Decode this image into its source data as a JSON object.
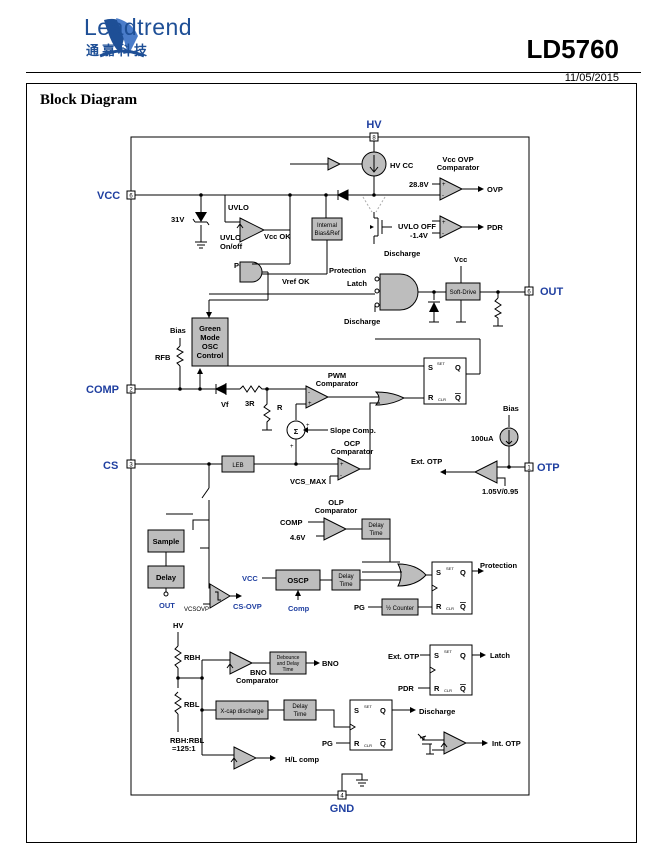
{
  "header": {
    "brand": "Leadtrend",
    "brand_cn": "通嘉科技",
    "part_number": "LD5760",
    "date": "11/05/2015"
  },
  "section_title": "Block Diagram",
  "pins": {
    "hv": "HV",
    "hv_num": "8",
    "vcc": "VCC",
    "vcc_num": "6",
    "comp": "COMP",
    "comp_num": "2",
    "cs": "CS",
    "cs_num": "3",
    "out": "OUT",
    "out_num": "6",
    "otp": "OTP",
    "otp_num": "1",
    "gnd": "GND",
    "gnd_num": "4"
  },
  "blocks": {
    "internal_bias": [
      "Internal",
      "Bias&Ref"
    ],
    "green_mode": [
      "Green",
      "Mode",
      "OSC",
      "Control"
    ],
    "soft_drive": "Soft-Drive",
    "leb": "LEB",
    "sample": "Sample",
    "delay": "Delay",
    "oscp": "OSCP",
    "delay_time": [
      "Delay",
      "Time"
    ],
    "half_counter": "½ Counter",
    "debounce": [
      "Debounce",
      "and Delay",
      "Time"
    ],
    "xcap": "X-cap discharge"
  },
  "labels": {
    "hv_cc": "HV CC",
    "vcc_ovp_comparator": [
      "Vcc OVP",
      "Comparator"
    ],
    "v288": "28.8V",
    "ovp": "OVP",
    "pdr": "PDR",
    "uvlo_off": "UVLO OFF",
    "v14": "-1.4V",
    "discharge": "Discharge",
    "uvlo": "UVLO",
    "v31": "31V",
    "uvlo_onoff": [
      "UVLO",
      "On/off"
    ],
    "vcc_ok": "Vcc OK",
    "pg": "PG",
    "vref_ok": "Vref OK",
    "protection": "Protection",
    "latch": "Latch",
    "vcc_small": "Vcc",
    "bias": "Bias",
    "rfb": "RFB",
    "vf": "Vf",
    "r3": "3R",
    "r": "R",
    "pwm_comparator": [
      "PWM",
      "Comparator"
    ],
    "slope_comp": "Slope Comp.",
    "ocp_comparator": [
      "OCP",
      "Comparator"
    ],
    "vcs_max": "VCS_MAX",
    "current_100ua": "100uA",
    "ext_otp": "Ext. OTP",
    "otp_thresh": "1.05V/0.95",
    "olp_comparator": [
      "OLP",
      "Comparator"
    ],
    "comp_small": "COMP",
    "v46": "4.6V",
    "out_small": "OUT",
    "vcsovp": "VCSOVP",
    "cs_ovp": "CS-OVP",
    "comp_under": "Comp",
    "rbh": "RBH",
    "rbl": "RBL",
    "ratio": [
      "RBH:RBL",
      "=125:1"
    ],
    "bno": "BNO",
    "bno_comparator": [
      "BNO",
      "Comparator"
    ],
    "hl_comp": "H/L comp",
    "int_otp": "Int. OTP",
    "hv_small": "HV",
    "sigma": "Σ",
    "s": "S",
    "set": "SET",
    "q": "Q",
    "rr": "R",
    "clr": "CLR",
    "qbar": "Q"
  },
  "colors": {
    "brand": "#1e4f96",
    "pin_label": "#1f3fa0",
    "block_fill": "#bdbdbd"
  }
}
